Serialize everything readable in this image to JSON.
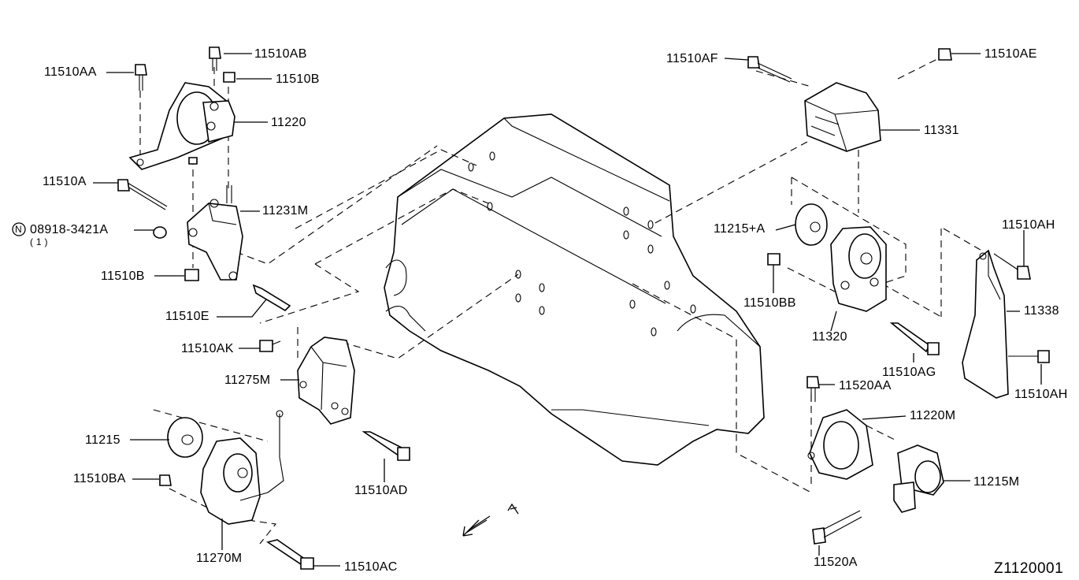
{
  "labels": {
    "l_11510AB": "11510AB",
    "l_11510AA": "11510AA",
    "l_11510B_top": "11510B",
    "l_11220": "11220",
    "l_11510A": "11510A",
    "l_11231M": "11231M",
    "l_08918": "08918-3421A",
    "l_08918_qty": "( 1 )",
    "l_11510B_bot": "11510B",
    "l_11510E": "11510E",
    "l_11510AK": "11510AK",
    "l_11275M": "11275M",
    "l_11215": "11215",
    "l_11510BA": "11510BA",
    "l_11270M": "11270M",
    "l_11510AC": "11510AC",
    "l_11510AD": "11510AD",
    "l_11510AF": "11510AF",
    "l_11510AE": "11510AE",
    "l_11331": "11331",
    "l_11215A": "11215+A",
    "l_11510BB": "11510BB",
    "l_11320": "11320",
    "l_11510AG": "11510AG",
    "l_11510AH_top": "11510AH",
    "l_11338": "11338",
    "l_11510AH_bot": "11510AH",
    "l_11520AA": "11520AA",
    "l_11220M": "11220M",
    "l_11215M": "11215M",
    "l_11520A": "11520A"
  },
  "n_symbol": "N",
  "reference_code": "Z1120001"
}
